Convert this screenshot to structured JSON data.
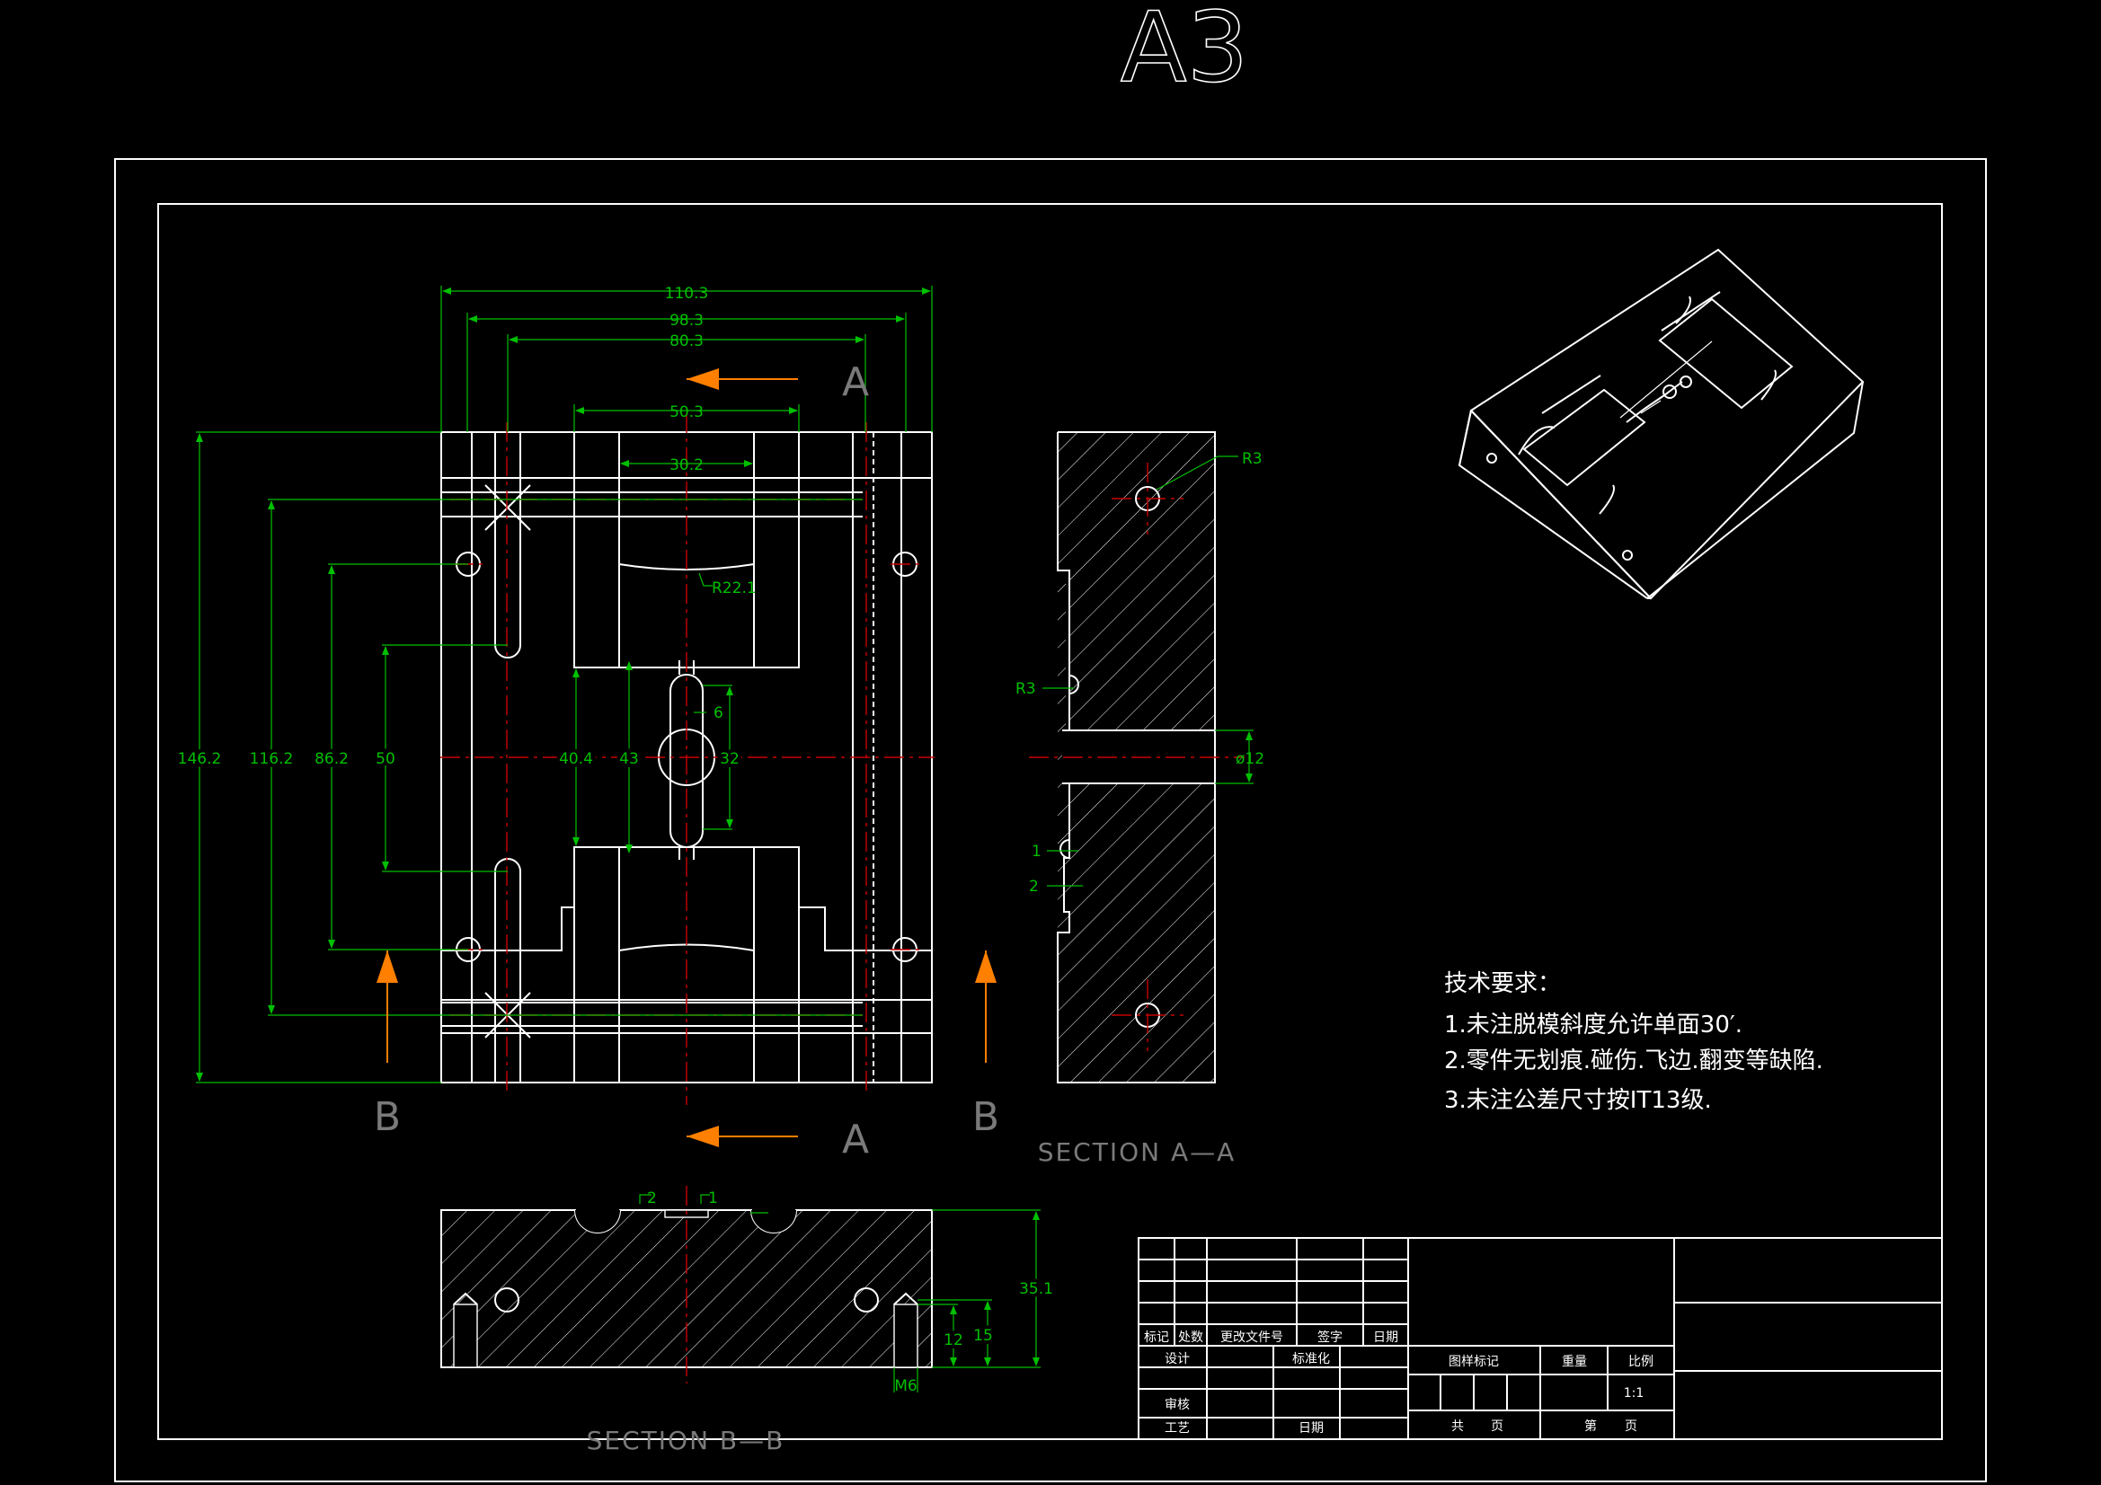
{
  "sheet": {
    "size_label": "A3"
  },
  "front_view": {
    "dims": {
      "w_110": "110.3",
      "w_98": "98.3",
      "w_80": "80.3",
      "w_50": "50.3",
      "w_30": "30.2",
      "h_146": "146.2",
      "h_116": "116.2",
      "h_86": "86.2",
      "h_50": "50",
      "h_40": "40.4",
      "h_43": "43",
      "h_32": "32",
      "w_6": "6",
      "radius": "R22.1"
    },
    "section_marks": {
      "a_top": "A",
      "a_bottom": "A",
      "b_left": "B",
      "b_right": "B"
    }
  },
  "section_aa": {
    "title": "SECTION A—A",
    "dims": {
      "r_top": "R3",
      "r_left": "R3",
      "dia": "ø12",
      "d1": "1",
      "d2": "2"
    }
  },
  "section_bb": {
    "title": "SECTION B—B",
    "dims": {
      "d2": "2",
      "d1": "1",
      "height": "35.1",
      "h15": "15",
      "h12": "12",
      "thread": "M6"
    }
  },
  "tech_req": {
    "heading": "技术要求：",
    "items": [
      "1.未注脱模斜度允许单面30′.",
      "2.零件无划痕.碰伤.飞边.翻变等缺陷.",
      "3.未注公差尺寸按IT13级."
    ]
  },
  "title_block": {
    "row_labels": [
      "标记",
      "处数",
      "更改文件号",
      "签字",
      "日期"
    ],
    "design": "设计",
    "standard": "标准化",
    "review": "审核",
    "process": "工艺",
    "date": "日期",
    "stage_mark": "图样标记",
    "weight": "重量",
    "scale": "比例",
    "scale_value": "1:1",
    "total": "共",
    "page": "页",
    "sheet_no": "第",
    "page2": "页"
  },
  "colors": {
    "outline": "#ffffff",
    "dimension": "#00c000",
    "centerline": "#c80000",
    "arrow": "#ff7f00",
    "background": "#000000"
  }
}
